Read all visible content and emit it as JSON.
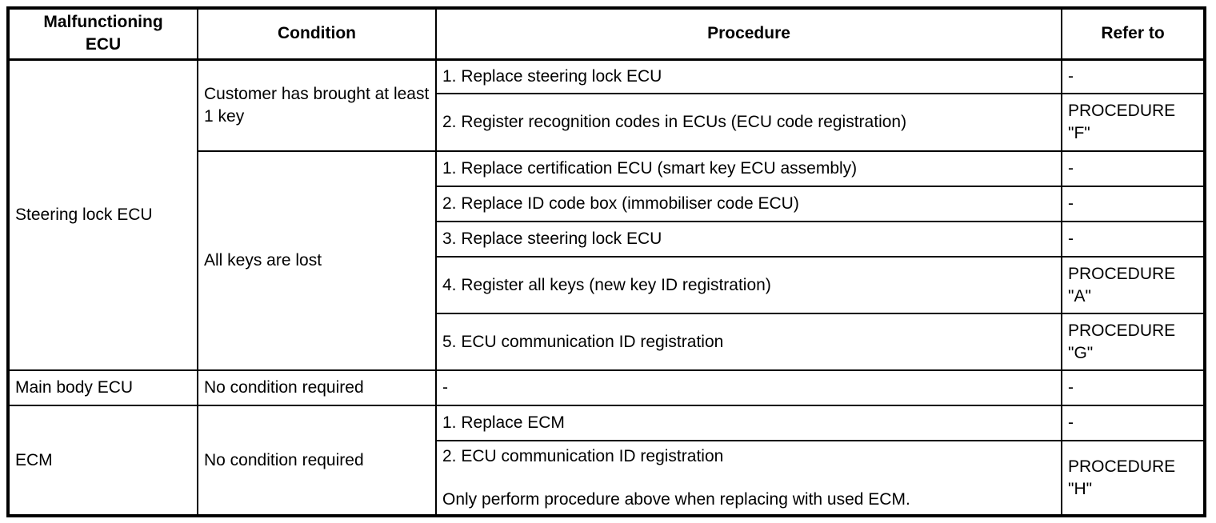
{
  "table": {
    "header": {
      "malfunctioning_ecu": "Malfunctioning\nECU",
      "condition": "Condition",
      "procedure": "Procedure",
      "refer_to": "Refer to"
    },
    "sections": [
      {
        "ecu": "Steering lock ECU",
        "conditions": [
          {
            "condition": "Customer has brought at least 1 key",
            "procedures": [
              {
                "procedure": "1. Replace steering lock ECU",
                "refer_to": "-"
              },
              {
                "procedure": "2. Register recognition codes in ECUs (ECU code registration)",
                "refer_to": "PROCEDURE\n\"F\""
              }
            ]
          },
          {
            "condition": "All keys are lost",
            "procedures": [
              {
                "procedure": "1. Replace certification ECU (smart key ECU assembly)",
                "refer_to": "-"
              },
              {
                "procedure": "2. Replace ID code box (immobiliser code ECU)",
                "refer_to": "-"
              },
              {
                "procedure": "3. Replace steering lock ECU",
                "refer_to": "-"
              },
              {
                "procedure": "4. Register all keys (new key ID registration)",
                "refer_to": "PROCEDURE\n\"A\""
              },
              {
                "procedure": "5. ECU communication ID registration",
                "refer_to": "PROCEDURE\n\"G\""
              }
            ]
          }
        ]
      },
      {
        "ecu": "Main body ECU",
        "conditions": [
          {
            "condition": "No condition required",
            "procedures": [
              {
                "procedure": "-",
                "refer_to": "-"
              }
            ]
          }
        ]
      },
      {
        "ecu": "ECM",
        "conditions": [
          {
            "condition": "No condition required",
            "procedures": [
              {
                "procedure": "1. Replace ECM",
                "refer_to": "-"
              },
              {
                "procedure": "2. ECU communication ID registration",
                "note": "Only perform procedure above when replacing with used ECM.",
                "refer_to": "PROCEDURE\n\"H\""
              }
            ]
          }
        ]
      }
    ]
  }
}
